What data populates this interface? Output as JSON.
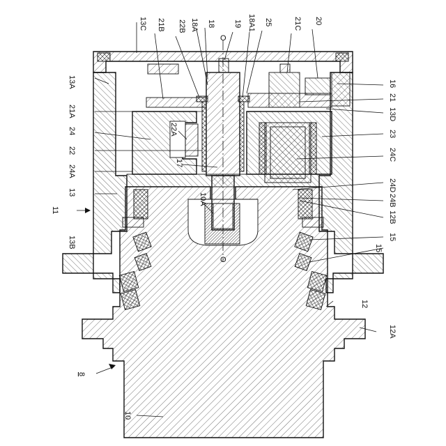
{
  "diagram": {
    "title": "",
    "axis_marker": "O",
    "labels": {
      "l_13C": "13C",
      "l_21B": "21B",
      "l_22B": "22B",
      "l_18A": "18A",
      "l_18": "18",
      "l_19": "19",
      "l_18A1": "18A1",
      "l_25": "25",
      "l_21C": "21C",
      "l_20": "20",
      "l_13A": "13A",
      "l_16": "16",
      "l_21": "21",
      "l_13D": "13D",
      "l_21A": "21A",
      "l_24": "24",
      "l_23": "23",
      "l_22A": "22A",
      "l_22": "22",
      "l_24C": "24C",
      "l_17": "17",
      "l_24A": "24A",
      "l_24D": "24D",
      "l_13": "13",
      "l_24B": "24B",
      "l_10A": "10A",
      "l_12B": "12B",
      "l_11": "11",
      "l_15a": "15",
      "l_15b": "15",
      "l_13B": "13B",
      "l_12": "12",
      "l_12A": "12A",
      "l_8": "8",
      "l_10": "10"
    }
  }
}
